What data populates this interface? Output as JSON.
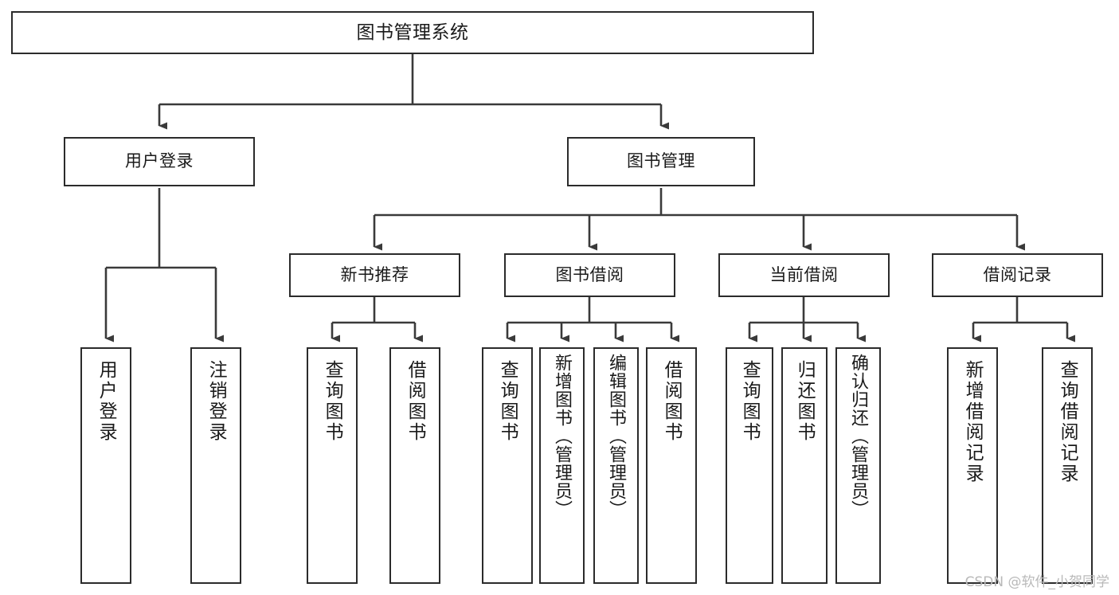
{
  "diagram": {
    "title": "图书管理系统",
    "type": "tree-hierarchy",
    "watermark": "CSDN @软件_小贺同学",
    "colors": {
      "background": "#ffffff",
      "box_border": "#2b2b2b",
      "box_fill": "#ffffff",
      "connector": "#3a3a3a",
      "text": "#1a1a1a",
      "watermark": "#b9b9b9"
    },
    "nodes": {
      "root": {
        "label": "图书管理系统"
      },
      "level1": [
        {
          "id": "user-login",
          "label": "用户登录"
        },
        {
          "id": "book-manage",
          "label": "图书管理"
        }
      ],
      "level2": [
        {
          "id": "new-book-recommend",
          "label": "新书推荐"
        },
        {
          "id": "book-borrow",
          "label": "图书借阅"
        },
        {
          "id": "current-borrow",
          "label": "当前借阅"
        },
        {
          "id": "borrow-record",
          "label": "借阅记录"
        }
      ],
      "leaves": {
        "user-login": [
          {
            "id": "leaf-user-login",
            "label": "用户登录"
          },
          {
            "id": "leaf-logout-login",
            "label": "注销登录"
          }
        ],
        "new-book-recommend": [
          {
            "id": "leaf-query-book-1",
            "label": "查询图书"
          },
          {
            "id": "leaf-borrow-book-1",
            "label": "借阅图书"
          }
        ],
        "book-borrow": [
          {
            "id": "leaf-query-book-2",
            "label": "查询图书"
          },
          {
            "id": "leaf-add-book",
            "label": "新增图书（管理员）"
          },
          {
            "id": "leaf-edit-book",
            "label": "编辑图书（管理员）"
          },
          {
            "id": "leaf-borrow-book-2",
            "label": "借阅图书"
          }
        ],
        "current-borrow": [
          {
            "id": "leaf-query-book-3",
            "label": "查询图书"
          },
          {
            "id": "leaf-return-book",
            "label": "归还图书"
          },
          {
            "id": "leaf-confirm-return",
            "label": "确认归还（管理员）"
          }
        ],
        "borrow-record": [
          {
            "id": "leaf-add-record",
            "label": "新增借阅记录"
          },
          {
            "id": "leaf-query-record",
            "label": "查询借阅记录"
          }
        ]
      }
    }
  }
}
